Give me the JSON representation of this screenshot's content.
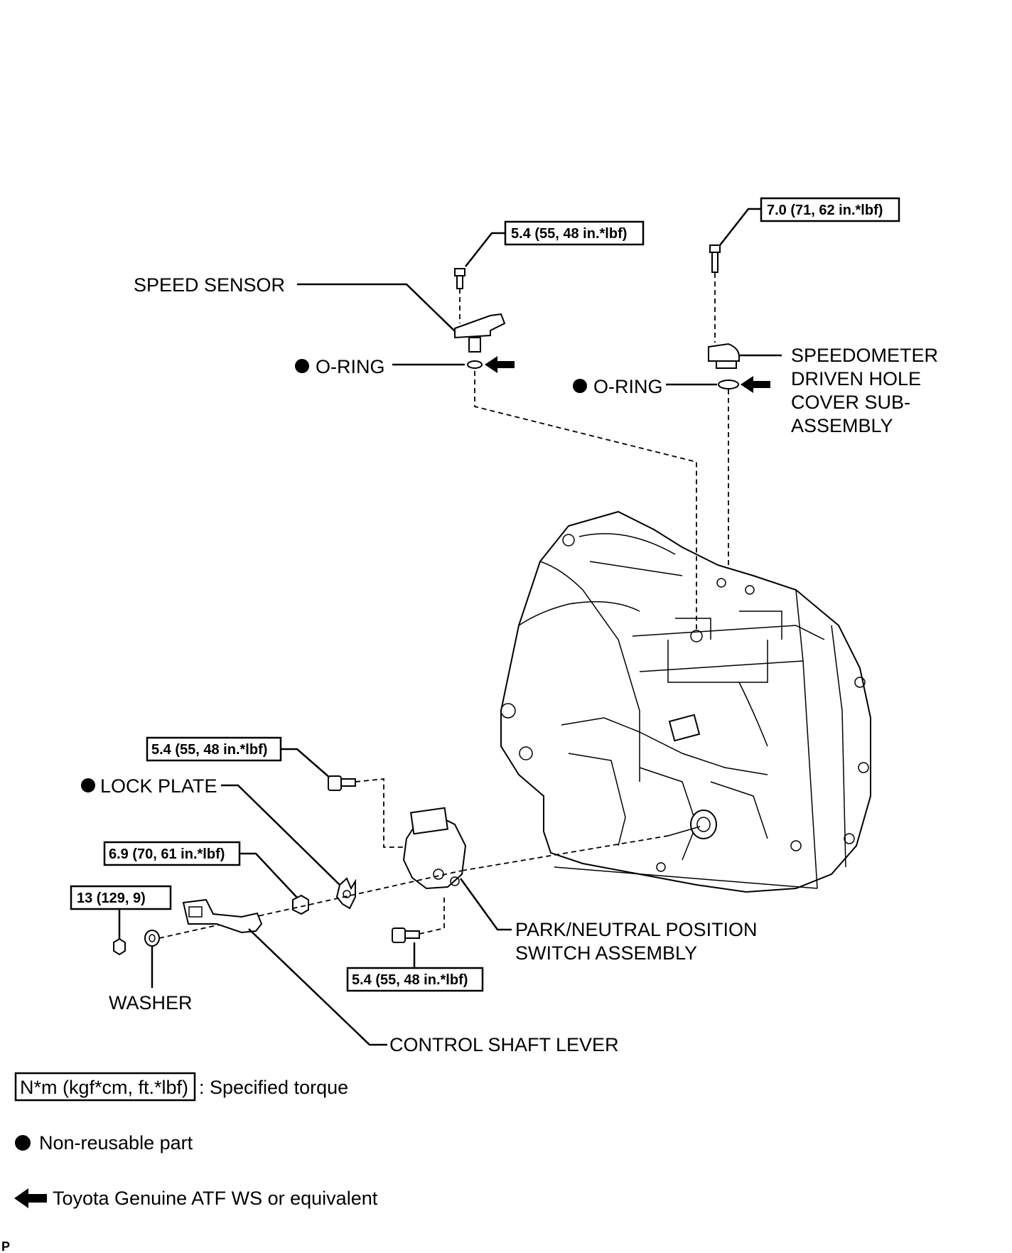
{
  "labels": {
    "speed_sensor": "SPEED SENSOR",
    "o_ring_1": "O-RING",
    "o_ring_2": "O-RING",
    "speedometer_line1": "SPEEDOMETER",
    "speedometer_line2": "DRIVEN HOLE",
    "speedometer_line3": "COVER SUB-",
    "speedometer_line4": "ASSEMBLY",
    "lock_plate": "LOCK PLATE",
    "washer": "WASHER",
    "control_shaft_lever": "CONTROL SHAFT LEVER",
    "park_neutral_line1": "PARK/NEUTRAL POSITION",
    "park_neutral_line2": "SWITCH ASSEMBLY"
  },
  "torques": {
    "speed_sensor_bolt": "5.4 (55, 48 in.*lbf)",
    "speedometer_bolt": "7.0 (71, 62 in.*lbf)",
    "switch_bolt_upper": "5.4 (55, 48 in.*lbf)",
    "switch_nut": "6.9 (70, 61 in.*lbf)",
    "lever_nut": "13 (129, 9)",
    "switch_bolt_lower": "5.4 (55, 48 in.*lbf)"
  },
  "legend": {
    "torque_unit": "N*m (kgf*cm, ft.*lbf)",
    "torque_desc": ": Specified torque",
    "non_reusable": "Non-reusable part",
    "atf": "Toyota Genuine ATF WS or equivalent"
  },
  "footer_code": "P"
}
